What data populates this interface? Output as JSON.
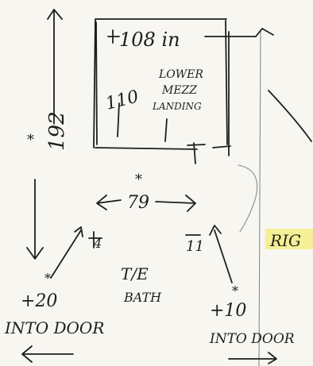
{
  "sketch": {
    "room_label_line1": "LOWER",
    "room_label_line2": "MEZZ",
    "room_label_line3": "LANDING",
    "room_width": "108 in",
    "room_depth": "110",
    "overall_height_star": "*",
    "overall_height": "192",
    "gap_star": "*",
    "gap_width": "79",
    "left_offset": "4",
    "right_offset": "11",
    "left_star": "*",
    "left_into_door_value": "+20",
    "left_into_door_text": "INTO DOOR",
    "right_star": "*",
    "right_into_door_value": "+10",
    "right_into_door_text": "INTO DOOR",
    "center_label_line1": "T/E",
    "center_label_line2": "BATH",
    "edge_label": "RIG"
  },
  "colors": {
    "ink": "#1e1e1e",
    "paper": "#f7f6f1",
    "highlight": "#f3ef86"
  }
}
